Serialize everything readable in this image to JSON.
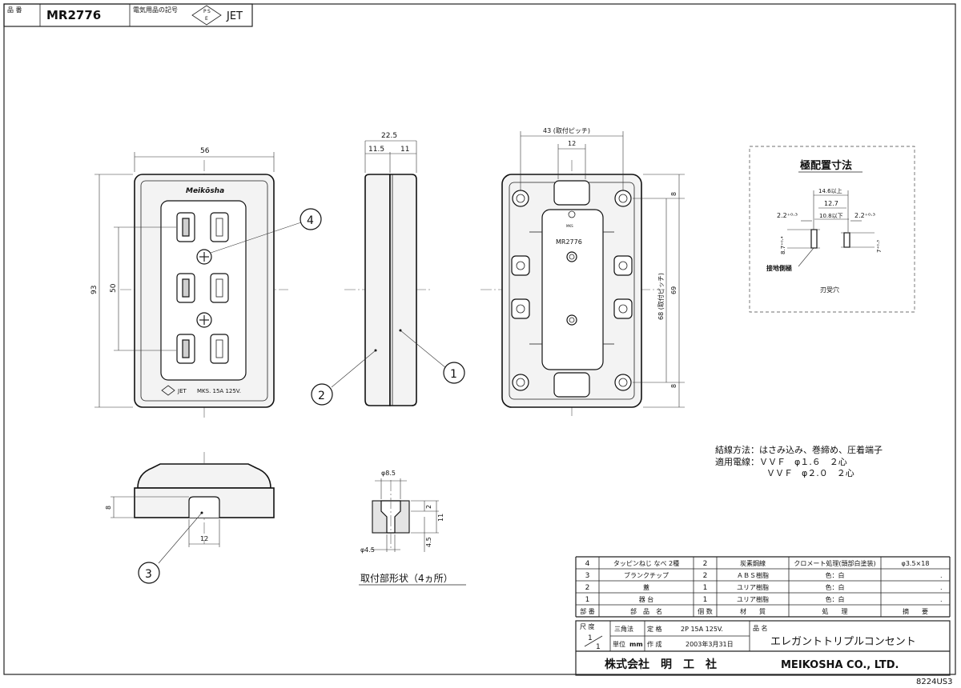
{
  "header": {
    "part_no_label": "品 番",
    "part_no": "MR2776",
    "symbol_label": "電気用品の記号",
    "pse_mark_letters": [
      "P",
      "S",
      "E"
    ],
    "jet": "JET"
  },
  "front": {
    "brand": "Meikōsha",
    "jet": "JET",
    "rating": "MKS.  15A 125V.",
    "dim_width": "56",
    "dim_height": "93",
    "dim_pitch": "50"
  },
  "side": {
    "dim_total": "22.5",
    "dim_a": "11.5",
    "dim_b": "11"
  },
  "back": {
    "dim_pitch_top": "43 (取付ピッチ)",
    "dim_12": "12",
    "dim_8_top": "8",
    "dim_8_bottom": "8",
    "dim_pitch_side": "68 (取付ピッチ)",
    "dim_69": "69",
    "mks": "MKS",
    "model": "MR2776"
  },
  "bottom_view": {
    "dim_8": "8",
    "dim_12": "12"
  },
  "mount_detail": {
    "d85": "φ8.5",
    "d45": "φ4.5",
    "dim_2": "2",
    "dim_11": "11",
    "dim_45": "4.5",
    "caption": "取付部形状（4ヵ所）"
  },
  "pole_layout": {
    "title": "極配置寸法",
    "d146": "14.6以上",
    "d127": "12.7",
    "d108": "10.8以下",
    "d22l": "2.2⁺⁰·³",
    "d22r": "2.2⁺⁰·³",
    "d87": "8.7⁺⁰·⁴",
    "d7": "7⁺⁰·³",
    "ground_label": "接地側極",
    "blade_label": "刃受穴"
  },
  "callouts": [
    "1",
    "2",
    "3",
    "4"
  ],
  "notes": {
    "line1": "結線方法：はさみ込み、巻締め、圧着端子",
    "line2": "適用電線：ＶＶＦ　φ１.６　２心",
    "line3": "ＶＶＦ　φ２.０　２心"
  },
  "bom": {
    "rows": [
      {
        "no": "4",
        "name": "タッピンねじ なべ 2種",
        "qty": "2",
        "material": "炭素鋼線",
        "finish": "クロメート処理(頭部白塗装)",
        "remarks": "φ3.5×18"
      },
      {
        "no": "3",
        "name": "ブランクチップ",
        "qty": "2",
        "material": "ＡＢＳ樹脂",
        "finish": "色：白",
        "remarks": "."
      },
      {
        "no": "2",
        "name": "蓋",
        "qty": "1",
        "material": "ユリア樹脂",
        "finish": "色：白",
        "remarks": "."
      },
      {
        "no": "1",
        "name": "器 台",
        "qty": "1",
        "material": "ユリア樹脂",
        "finish": "色：白",
        "remarks": "."
      }
    ],
    "headers": {
      "no": "部 番",
      "name": "部　品　名",
      "qty": "個 数",
      "material": "材　　質",
      "finish": "処　　理",
      "remarks": "摘　　要"
    }
  },
  "title_block": {
    "scale_label": "尺 度",
    "scale_top": "1",
    "scale_bottom": "1",
    "projection": "三角法",
    "unit_label": "単位",
    "unit": "mm",
    "rating_label": "定 格",
    "rating": "2P 15A 125V.",
    "made_label": "作 成",
    "date": "2003年3月31日",
    "name_label": "品 名",
    "product_name": "エレガントトリプルコンセント",
    "company_jp": "株式会社　明　工　社",
    "company_en": "MEIKOSHA CO., LTD.",
    "doc_no": "8224US3"
  }
}
